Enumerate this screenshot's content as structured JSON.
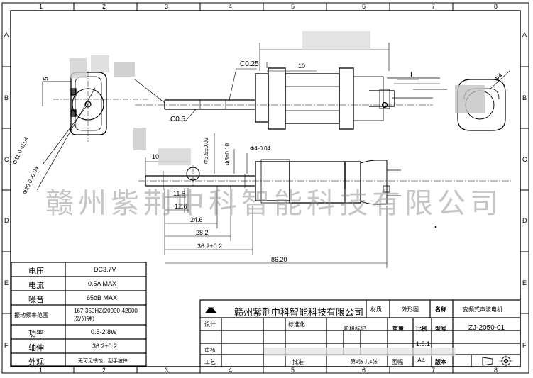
{
  "frame": {
    "col_numbers": [
      "1",
      "2",
      "3",
      "4",
      "5",
      "6",
      "7",
      "8"
    ],
    "row_letters": [
      "A",
      "B",
      "C",
      "D",
      "E",
      "F"
    ]
  },
  "watermark": "赣州紫荆中科智能科技有限公司",
  "dimensions": {
    "chamfer_top": "C0.25",
    "chamfer_bottom": "C0.5",
    "len_10_top": "10",
    "len_L": "L",
    "len_5": "5",
    "phi4": "Φ4",
    "phi11": "Φ11 0 -0.04",
    "phi20": "Φ20 0 -0.04",
    "len_10_side": "10",
    "phi35": "Φ3.5±0.02",
    "phi3": "Φ3±0.10",
    "phi4_side": "Φ4-0.04",
    "d116": "11.6",
    "d128": "12.8",
    "d246": "24.6",
    "d282": "28.2",
    "d362": "36.2±0.2",
    "d862": "86.20"
  },
  "specs": [
    {
      "label": "电压",
      "value": "DC3.7V"
    },
    {
      "label": "电流",
      "value": "0.5A MAX"
    },
    {
      "label": "噪音",
      "value": "65dB MAX"
    },
    {
      "label": "振动频率范围",
      "value": "167-350HZ(20000-42000次/分钟)"
    },
    {
      "label": "功率",
      "value": "0.5-2.8W"
    },
    {
      "label": "轴伸",
      "value": "36.2±0.2"
    },
    {
      "label": "外观",
      "value": "无可见锈蚀，刮手披锋"
    }
  ],
  "title_block": {
    "company": "赣州紫荆中科智能科技有限公司",
    "material_label": "材质",
    "drawing_type": "外形图",
    "name_label": "名称",
    "product_name": "变频式声波电机",
    "design_label": "设计",
    "std_label": "标准化",
    "stage_label": "阶段标记",
    "weight_label": "重量",
    "scale_label": "比例",
    "model_label": "型号",
    "model_value": "ZJ-2050-01",
    "scale_value": "1.5:1",
    "check_label": "审核",
    "process_label": "工艺",
    "approve_label": "批准",
    "sheet_count": "第1张 共1张",
    "paper_label": "图幅",
    "paper_value": "A4",
    "version_label": "版本"
  }
}
